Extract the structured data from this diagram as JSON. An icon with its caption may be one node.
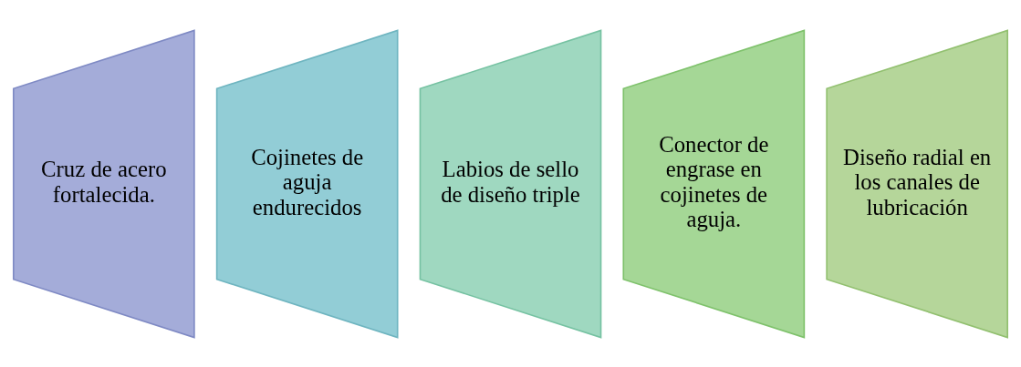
{
  "diagram": {
    "nodes": [
      {
        "text": [
          "Cruz de acero fortalecida."
        ]
      },
      {
        "text": [
          "Cojinetes de aguja endurecidos"
        ]
      },
      {
        "text": [
          "Labios de sello de diseño triple"
        ]
      },
      {
        "text": [
          "Conector de engrase en cojinetes de aguja."
        ]
      },
      {
        "text": [
          "Diseño radial en los canales de lubricación"
        ]
      }
    ]
  }
}
